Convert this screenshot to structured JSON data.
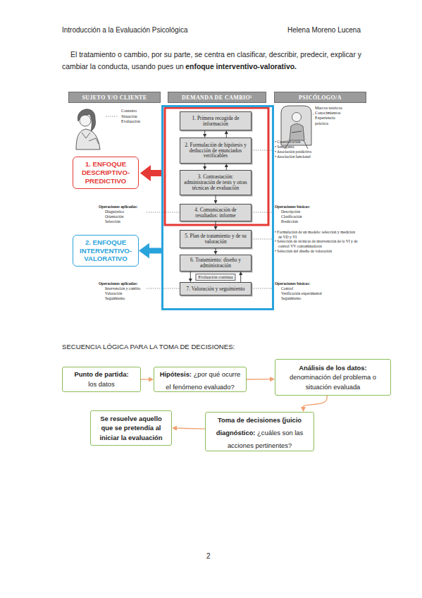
{
  "diagram": {
    "nodes": [
      {
        "text": [
          "SUJETO Y/O CLIENTE"
        ]
      },
      {
        "text": [
          "DEMANDA DE CAMBIO¹"
        ]
      },
      {
        "text": [
          "PSICÓLOGO/A"
        ]
      },
      {
        "text": [
          "1. Primera recogida de información"
        ],
        "in": 1
      },
      {
        "text": [
          "2. Formulación de hipótesis y deducción de enunciados verificables"
        ],
        "in": 1
      },
      {
        "text": [
          "3. Contrastación: administración de tests y otras técnicas de evaluación"
        ],
        "in": 1
      },
      {
        "text": [
          "4. Comunicación de resultados: informe"
        ],
        "in": 1
      },
      {
        "text": [
          "5. Plan de tratamiento y de su valoración"
        ],
        "in": 1
      },
      {
        "text": [
          "6. Tratamiento: diseño y administración"
        ],
        "in": 1
      },
      {
        "text": [
          "7. Valoración y seguimiento"
        ],
        "in": 1
      },
      {
        "text": [
          "1. ENFOQUE DESCRIPTIVO-PREDICTIVO"
        ]
      },
      {
        "text": [
          "2. ENFOQUE INTERVENTIVO-VALORATIVO"
        ]
      },
      {
        "text": [
          "Punto de partida:",
          "los datos"
        ]
      },
      {
        "text": [
          "Hipótesis:",
          "¿por qué ocurre el fenómeno evaluado?"
        ]
      },
      {
        "text": [
          "Análisis de los datos:",
          "denominación del problema o situación evaluada"
        ]
      },
      {
        "text": [
          "Toma de decisiones (juicio diagnóstico:",
          "¿cuáles son las acciones pertinentes?"
        ]
      },
      {
        "text": [
          "Se resuelve aquello que se pretendía al iniciar la evaluación"
        ]
      }
    ],
    "edges": [
      {
        "from": 3,
        "to": 4,
        "arrow": "to"
      },
      {
        "from": 4,
        "to": 3,
        "arrow": "to"
      },
      {
        "from": 4,
        "to": 5,
        "arrow": "to"
      },
      {
        "from": 5,
        "to": 4,
        "arrow": "to"
      },
      {
        "from": 5,
        "to": 6,
        "arrow": "to"
      },
      {
        "from": 6,
        "to": 7,
        "arrow": "to"
      },
      {
        "from": 7,
        "to": 8,
        "arrow": "to"
      },
      {
        "from": 8,
        "to": 9,
        "arrow": "to"
      },
      {
        "from": 9,
        "to": 8,
        "arrow": "to",
        "label": "Evaluación continua"
      },
      {
        "from": 1,
        "to": 11,
        "arrow": "to"
      },
      {
        "from": 12,
        "to": 13,
        "arrow": "to"
      },
      {
        "from": 13,
        "to": 14,
        "arrow": "to"
      },
      {
        "from": 14,
        "to": 15,
        "arrow": "to"
      },
      {
        "from": 15,
        "to": 16,
        "arrow": "to"
      }
    ],
    "labels": [
      "Introducción a la Evaluación Psicológica",
      "Helena Moreno Lucena",
      "El tratamiento o cambio, por su parte, se centra en clasificar, describir, predecir, explicar y cambiar la conducta, usando pues un",
      "enfoque interventivo-valorativo.",
      "Contexto",
      "Situación",
      "Evaluación",
      "Marcos teóricos",
      "Conocimientos",
      "Experiencia práctica",
      "• Cuantificación",
      "• Semejanza",
      "• Asociación predictiva",
      "• Asociación funcional",
      "Operaciones aplicadas:",
      "Diagnóstico",
      "Orientación",
      "Selección",
      "Operaciones básicas:",
      "Descripción",
      "Clasificación",
      "Predicción",
      "• Formulación de un modelo: selección y medición de VD y VI",
      "• Selección de técnicas de intervención de la VI y de control VV contaminadoras",
      "• Selección del diseño de valoración",
      "Operaciones aplicadas:",
      "Intervención y cambio",
      "Valoración",
      "Seguimiento",
      "Operaciones básicas:",
      "Control",
      "Verificación experimental",
      "Seguimiento",
      "SECUENCIA LÓGICA PARA LA TOMA DE DECISIONES:",
      "2"
    ]
  }
}
